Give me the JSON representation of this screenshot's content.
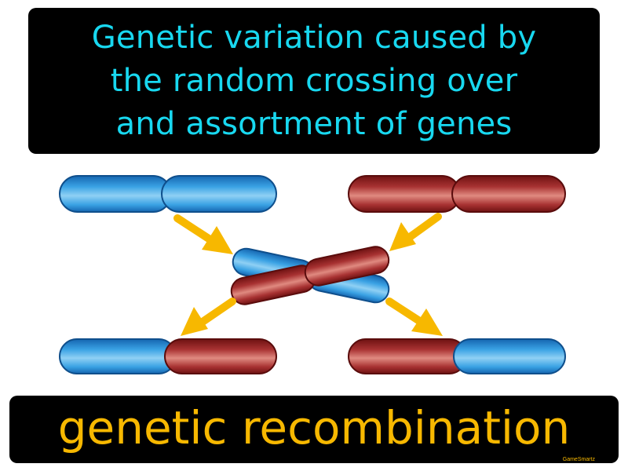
{
  "definition": {
    "lines": [
      "Genetic variation caused by",
      "the random crossing over",
      "and assortment of genes"
    ]
  },
  "term": "genetic recombination",
  "brand": "GameSmartz",
  "colors": {
    "definition_text": "#18d8f0",
    "term_text": "#f7b800",
    "panel_background": "#000000",
    "chromosome_blue": "#2a95d8",
    "chromosome_red": "#a82a2a",
    "arrow": "#f7b800"
  }
}
